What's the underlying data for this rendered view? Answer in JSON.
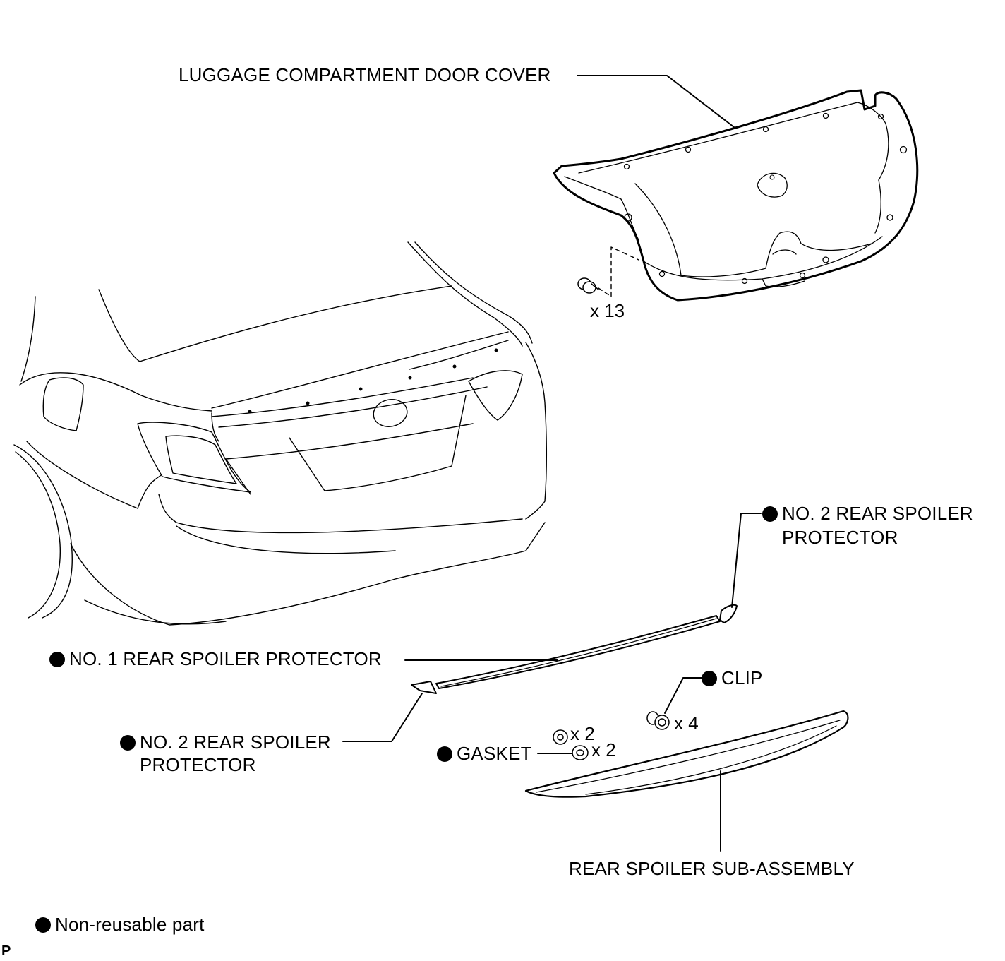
{
  "labels": {
    "door_cover": "LUGGAGE COMPARTMENT DOOR COVER",
    "no2_top_line1": "NO. 2 REAR SPOILER",
    "no2_top_line2": "PROTECTOR",
    "no1": "NO. 1 REAR SPOILER PROTECTOR",
    "clip": "CLIP",
    "no2_bottom_line1": "NO. 2 REAR SPOILER",
    "no2_bottom_line2": "PROTECTOR",
    "gasket": "GASKET",
    "spoiler": "REAR SPOILER SUB-ASSEMBLY",
    "legend": "Non-reusable part"
  },
  "quantities": {
    "door_clips": "x 13",
    "clips": "x 4",
    "nuts": "x 2",
    "gaskets": "x 2"
  },
  "corner_mark": "P",
  "icons": [
    "non-reusable-dot-icon",
    "clip-icon",
    "nut-icon",
    "gasket-icon"
  ]
}
